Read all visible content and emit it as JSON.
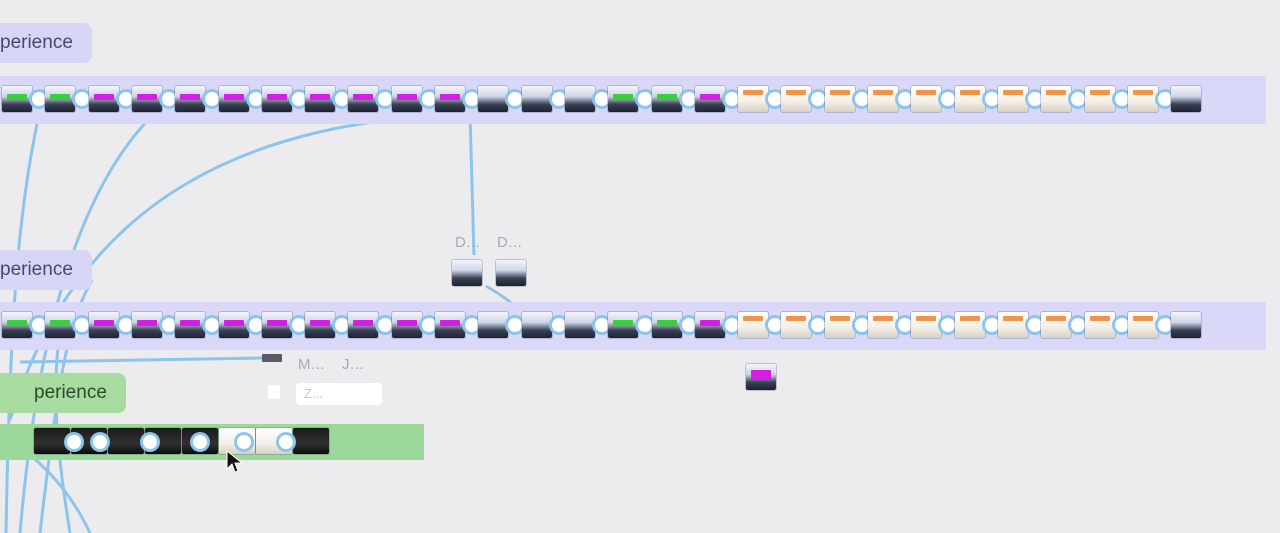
{
  "groups": [
    {
      "label": "perience",
      "kind": "purple"
    },
    {
      "label": "perience",
      "kind": "purple"
    },
    {
      "label": "perience",
      "kind": "green"
    }
  ],
  "mid_labels": {
    "d1": "D...",
    "d2": "D...",
    "m": "M...",
    "j": "J...",
    "field": "Z..."
  },
  "track_strip": [
    "g",
    "g",
    "m",
    "m",
    "m",
    "m",
    "m",
    "m",
    "m",
    "m",
    "m",
    "b",
    "b",
    "b",
    "gg",
    "gg",
    "m",
    "o",
    "o",
    "o",
    "o",
    "o",
    "o",
    "o",
    "o",
    "o",
    "o",
    "b"
  ],
  "colors": {
    "background": "#ececee",
    "group_purple": "#d8d6f6",
    "track_purple": "#d9d8f8",
    "group_green": "#a7dba0",
    "track_green": "#9bd89a",
    "connector": "#8cc4ee",
    "magenta": "#d41ee6",
    "green": "#35d13a",
    "orange": "#f0944c"
  }
}
